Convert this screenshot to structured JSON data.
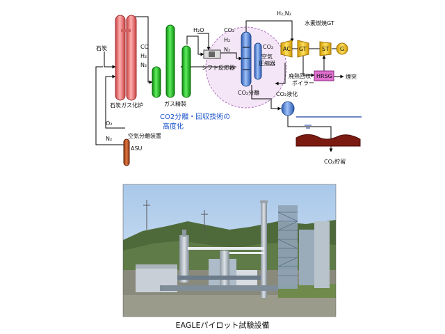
{
  "diagram": {
    "coal": "石炭",
    "gasifier": "石炭ガス化炉",
    "gasifier_products": [
      "CO",
      "H₂",
      "N₂"
    ],
    "gas_cleanup": "ガス精製",
    "steam": "H₂O",
    "shift_reactor": "シフト反応器",
    "shift_products": [
      "CO₂",
      "H₂",
      "N₂"
    ],
    "co2_separation": "CO₂分離",
    "co2_compressor": [
      "CO₂",
      "空気",
      "圧縮器"
    ],
    "h2_n2": "H₂,N₂",
    "hydrogen_turbine": "水素燃焼GT",
    "ac": "AC",
    "gt": "GT",
    "st": "ST",
    "gen": "G",
    "hrsg": "HRSG",
    "hrsg_label": [
      "廃熱回収",
      "ボイラー"
    ],
    "stack": "煙突",
    "co2_liquefaction": "CO₂液化",
    "co2_storage": "CO₂貯留",
    "o2": "O₂",
    "n2": "N₂",
    "asu_label": "空気分離装置",
    "asu": "ASU",
    "highlight": [
      "CO2分離・回収技術の",
      "高度化"
    ]
  },
  "photo": {
    "caption": "EAGLEパイロット試験設備"
  },
  "colors": {
    "gasifier": "#f07d7d",
    "cleanup": "#1fc01f",
    "co2_column": "#5a8ae0",
    "turbine": "#f0c020",
    "hrsg": "#e070d0",
    "highlight_circle": "#f4e6f6",
    "highlight_text": "#1a52c9",
    "asu": "#c45a22"
  }
}
